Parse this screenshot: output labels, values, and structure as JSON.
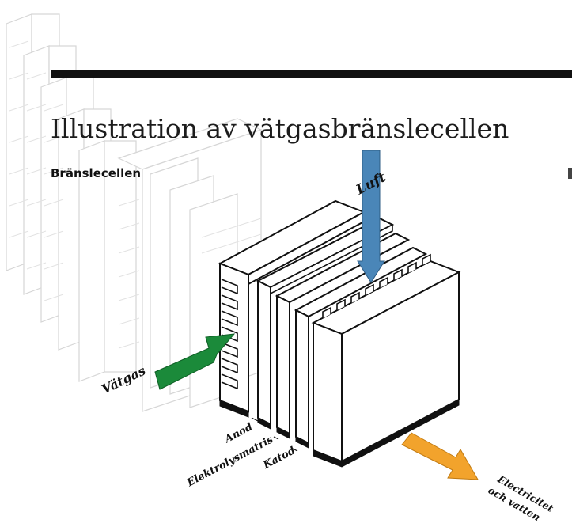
{
  "header": {
    "title": "Illustration av vätgasbränslecellen",
    "subtitle": "Bränslecellen"
  },
  "labels": {
    "air": "Luft",
    "hydrogen": "Vätgas",
    "anode": "Anod",
    "electrolyte": "Elektrolysmatris",
    "cathode": "Katod",
    "output_line1": "Electricitet",
    "output_line2": "och vatten"
  },
  "colors": {
    "air_arrow": "#4a86b8",
    "hydrogen_arrow": "#1b8a3a",
    "output_arrow": "#f2a32c",
    "background_stack": "#d8d8d8"
  }
}
